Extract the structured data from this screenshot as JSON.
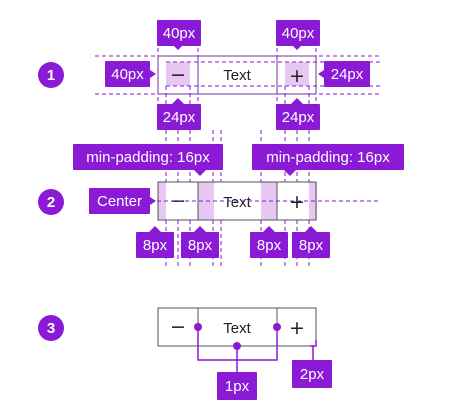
{
  "steps": [
    "1",
    "2",
    "3"
  ],
  "button_text": "Text",
  "minus_symbol": "−",
  "plus_symbol": "+",
  "tags": {
    "top_left_40": "40px",
    "top_right_40": "40px",
    "side_40": "40px",
    "side_24": "24px",
    "below_left_24": "24px",
    "below_right_24": "24px",
    "min_padding_left": "min-padding: 16px",
    "min_padding_right": "min-padding: 16px",
    "center": "Center",
    "pad_8_a": "8px",
    "pad_8_b": "8px",
    "pad_8_c": "8px",
    "pad_8_d": "8px",
    "stroke_1px": "1px",
    "radius_2px": "2px"
  },
  "colors": {
    "accent": "#8a1ad6",
    "highlight": "#e6c8f2",
    "border": "#555555"
  }
}
